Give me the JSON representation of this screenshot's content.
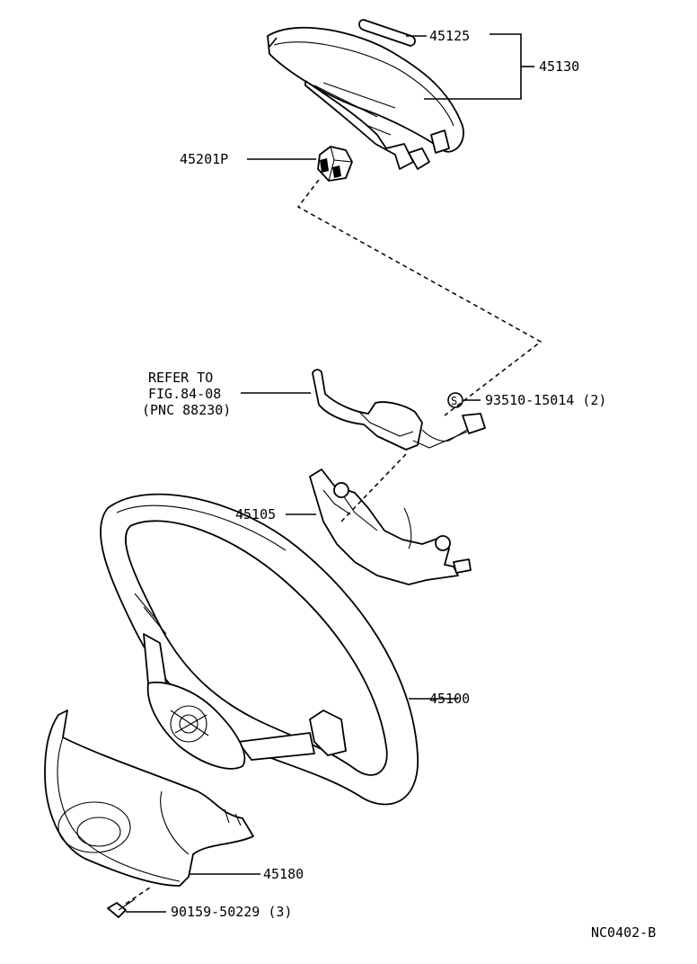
{
  "labels": {
    "p45125": "45125",
    "p45130": "45130",
    "p45201p": "45201P",
    "refer_line1": "REFER TO",
    "refer_line2": "FIG.84-08",
    "refer_line3": "(PNC 88230)",
    "p93510": "93510-15014 (2)",
    "s_mark": "S",
    "p45105": "45105",
    "p45100": "45100",
    "p45180": "45180",
    "p90159": "90159-50229 (3)",
    "fig_code": "NC0402-B"
  }
}
